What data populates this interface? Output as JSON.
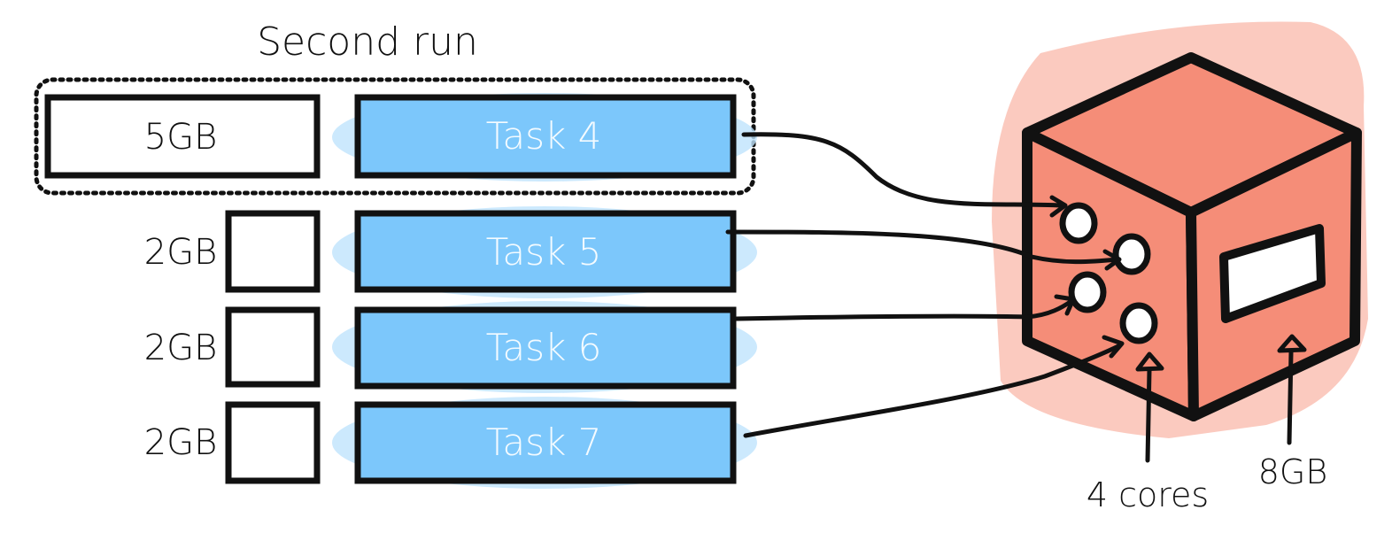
{
  "title": "Second run",
  "rows": [
    {
      "memory_label": "5GB",
      "task_label": "Task 4"
    },
    {
      "memory_label": "2GB",
      "task_label": "Task 5"
    },
    {
      "memory_label": "2GB",
      "task_label": "Task 6"
    },
    {
      "memory_label": "2GB",
      "task_label": "Task 7"
    }
  ],
  "machine": {
    "cores_label": "4 cores",
    "memory_label": "8GB"
  },
  "colors": {
    "task_fill": "#7cc7fb",
    "task_wash": "#bfe3fd",
    "machine_fill": "#f58d78",
    "machine_wash": "#f9b8aa",
    "ink": "#111111"
  }
}
